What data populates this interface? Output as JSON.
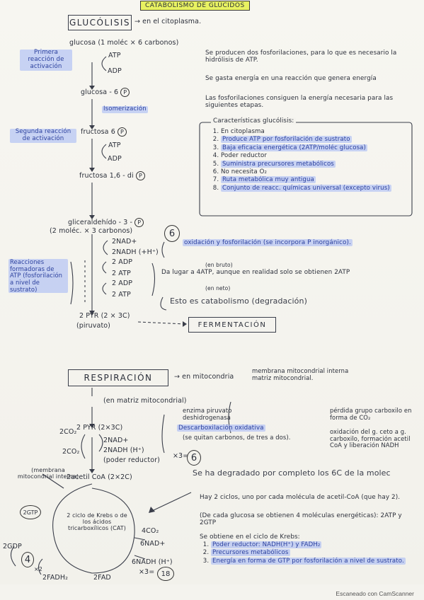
{
  "title": "CATABOLISMO DE GLÚCIDOS",
  "glucolisis": {
    "header": "GLUCÓLISIS",
    "location": "→ en el citoplasma.",
    "glucosa": "glucosa (1 moléc × 6 carbonos)",
    "primera_reaccion": "Primera reacción de activación",
    "atp": "ATP",
    "adp": "ADP",
    "glucosa6p": "glucosa - 6",
    "isomerizacion": "Isomerización",
    "fructosa6p": "fructosa 6",
    "segunda_reaccion": "Segunda reacción de activación",
    "fructosa16dip": "fructosa 1,6 - di",
    "note_fosforilaciones": "Se producen dos fosforilaciones, para lo que es necesario la hidrólisis de ATP.",
    "note_gasta": "Se gasta energía en una reacción que genera energía",
    "note_consiguen": "Las fosforilaciones consiguen la energía necesaria para las siguientes etapas.",
    "caracteristicas_title": "Características glucólisis:",
    "caracteristicas": [
      "En citoplasma",
      "Produce ATP por fosforilación de sustrato",
      "Baja eficacia energética (2ATP/moléc glucosa)",
      "Poder reductor",
      "Suministra precursores metabólicos",
      "No necesita O₂",
      "Ruta metabólica muy antigua",
      "Conjunto de reacc. químicas universal (excepto virus)"
    ],
    "gliceraldehido": "gliceraldehído - 3 -",
    "gliceraldehido_sub": "(2 moléc. × 3 carbonos)",
    "nad": "2NAD+",
    "nadh": "2NADH (+H⁺)",
    "oxidacion": "oxidación y fosforilación (se incorpora P inorgánico).",
    "six": "6",
    "reacciones_formadoras": "Reacciones formadoras de ATP (fosforilación a nivel de sustrato)",
    "adp2": "2 ADP",
    "atp2": "2 ATP",
    "en_bruto": "(en bruto)",
    "dan_lugar": "Da lugar a 4ATP, aunque en realidad solo se obtienen 2ATP",
    "en_neto": "(en neto)",
    "esto_catabolismo": "Esto es catabolismo (degradación)",
    "pyr": "2 PYR (2 × 3C)",
    "piruvato": "(piruvato)",
    "fermentacion": "FERMENTACIÓN"
  },
  "respiracion": {
    "header": "RESPIRACIÓN",
    "location": "→ en mitocondria",
    "location_detail": "membrana mitocondrial interna matriz mitocondrial.",
    "matriz": "(en matriz mitocondrial)",
    "pyr": "2 PYR (2×3C)",
    "co2a": "2CO₂",
    "co2b": "2CO₂",
    "nad": "2NAD+",
    "nadh": "2NADH (H⁺)",
    "poder_reductor": "(poder reductor)",
    "x3": "×3=",
    "six": "6",
    "enzima": "enzima piruvato deshidrogenasa",
    "descarboxilacion": "Descarboxilación oxidativa",
    "pierden_carbonos": "(se quitan carbonos, de tres a dos).",
    "perdida_grupo": "pérdida grupo carboxilo en forma de CO₂",
    "oxidacion_grupo": "oxidación del g. ceto a g. carboxilo, formación acetil CoA y liberación NADH",
    "acetil": "2acetil CoA (2×2C)",
    "membrana": "(membrana mitocondrial interna)",
    "degradado": "Se ha degradado por completo los 6C de la molec",
    "ciclo": "2 ciclo de Krebs o de los ácidos tricarboxílicos (CAT)",
    "gtp": "2GTP",
    "gdp": "2GDP",
    "four": "4",
    "x2": "×2",
    "fadh": "2FADH₂",
    "fad": "2FAD",
    "co2_4": "4CO₂",
    "nad6": "6NAD+",
    "nadh6": "6NADH (H⁺)",
    "x3b": "×3=",
    "eighteen": "18",
    "hay_ciclos": "Hay 2 ciclos, uno por cada molécula de acetil-CoA (que hay 2).",
    "cada_glucosa": "(De cada glucosa se obtienen 4 moléculas energéticas): 2ATP y 2GTP",
    "se_obtiene": "Se obtiene en el ciclo de Krebs:",
    "obtiene_list": [
      "Poder reductor: NADH(H⁺) y FADH₂",
      "Precursores metabólicos",
      "Energía en forma de GTP por fosforilación a nivel de sustrato."
    ]
  },
  "footer": "Escaneado con CamScanner"
}
